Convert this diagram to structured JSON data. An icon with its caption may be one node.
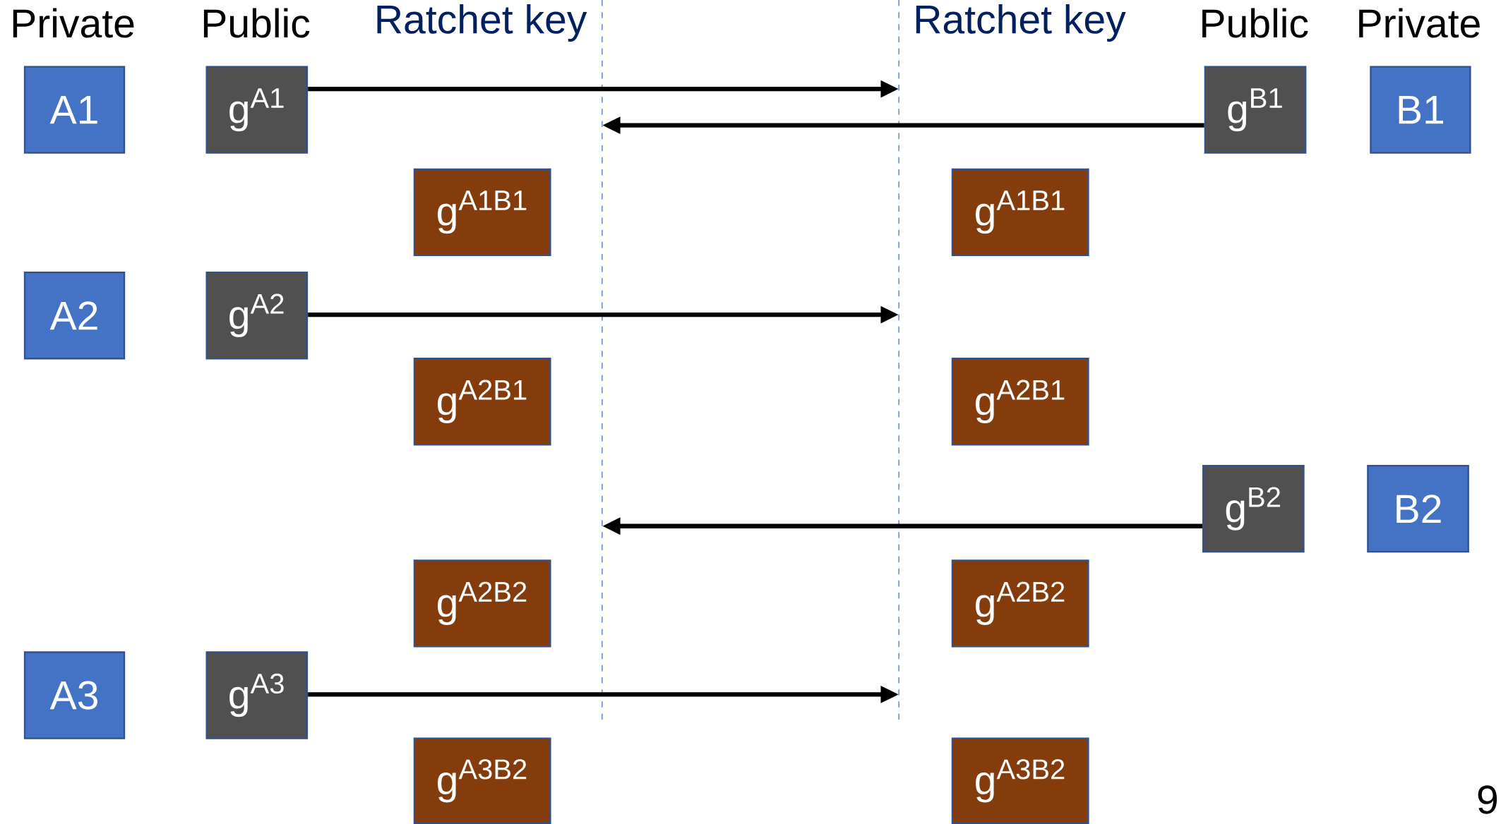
{
  "diagram": {
    "nodes": [
      {
        "text": [
          "A1"
        ]
      },
      {
        "text": [
          "g$^{A1}$"
        ]
      },
      {
        "text": [
          "g$^{B1}$"
        ]
      },
      {
        "text": [
          "B1"
        ]
      },
      {
        "text": [
          "g$^{A1B1}$"
        ]
      },
      {
        "text": [
          "g$^{A1B1}$"
        ]
      },
      {
        "text": [
          "A2"
        ]
      },
      {
        "text": [
          "g$^{A2}$"
        ]
      },
      {
        "text": [
          "g$^{A2B1}$"
        ]
      },
      {
        "text": [
          "g$^{A2B1}$"
        ]
      },
      {
        "text": [
          "g$^{B2}$"
        ]
      },
      {
        "text": [
          "B2"
        ]
      },
      {
        "text": [
          "g$^{A2B2}$"
        ]
      },
      {
        "text": [
          "g$^{A2B2}$"
        ]
      },
      {
        "text": [
          "A3"
        ]
      },
      {
        "text": [
          "g$^{A3}$"
        ]
      },
      {
        "text": [
          "g$^{A3B2}$"
        ]
      },
      {
        "text": [
          "g$^{A3B2}$"
        ]
      }
    ],
    "edges": [
      {
        "from": 1,
        "to": null,
        "arrow": "to"
      },
      {
        "from": 2,
        "to": null,
        "arrow": "to"
      },
      {
        "from": 7,
        "to": null,
        "arrow": "to"
      },
      {
        "from": 10,
        "to": null,
        "arrow": "to"
      },
      {
        "from": 15,
        "to": null,
        "arrow": "to"
      }
    ],
    "labels": [
      "Private",
      "Public",
      "Ratchet key",
      "Ratchet key",
      "Public",
      "Private",
      "9"
    ]
  }
}
